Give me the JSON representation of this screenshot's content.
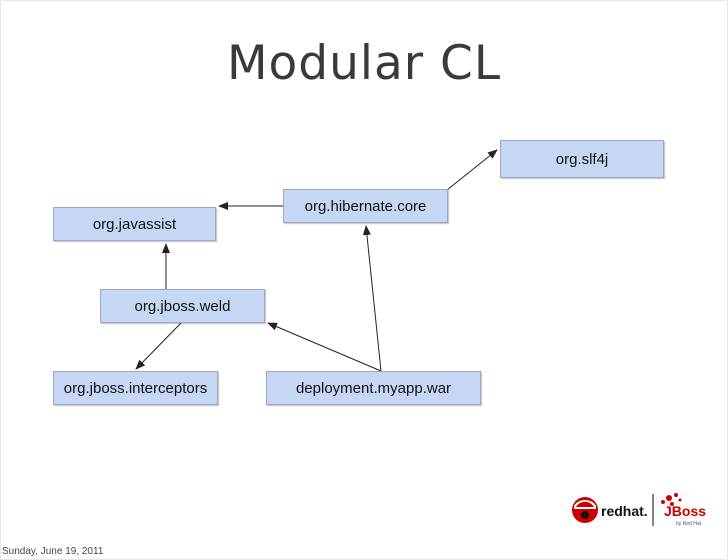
{
  "slide": {
    "title": "Modular CL",
    "date": "Sunday, June 19, 2011"
  },
  "diagram": {
    "nodes": [
      {
        "id": "org-slf4j",
        "label": "org.slf4j"
      },
      {
        "id": "org-hibernate-core",
        "label": "org.hibernate.core"
      },
      {
        "id": "org-javassist",
        "label": "org.javassist"
      },
      {
        "id": "org-jboss-weld",
        "label": "org.jboss.weld"
      },
      {
        "id": "org-jboss-interceptors",
        "label": "org.jboss.interceptors"
      },
      {
        "id": "deployment-myapp-war",
        "label": "deployment.myapp.war"
      }
    ],
    "edges": [
      {
        "from": "org-hibernate-core",
        "to": "org-slf4j"
      },
      {
        "from": "org-hibernate-core",
        "to": "org-javassist"
      },
      {
        "from": "org-jboss-weld",
        "to": "org-javassist"
      },
      {
        "from": "org-jboss-weld",
        "to": "org-jboss-interceptors"
      },
      {
        "from": "deployment-myapp-war",
        "to": "org-jboss-weld"
      },
      {
        "from": "deployment-myapp-war",
        "to": "org-hibernate-core"
      }
    ],
    "colors": {
      "node_fill": "#c6d7f3",
      "node_border": "#9aa9c9",
      "edge": "#222222"
    }
  },
  "logos": {
    "redhat": "redhat.",
    "jboss": "JBoss",
    "jboss_byline": "by Red Hat"
  }
}
